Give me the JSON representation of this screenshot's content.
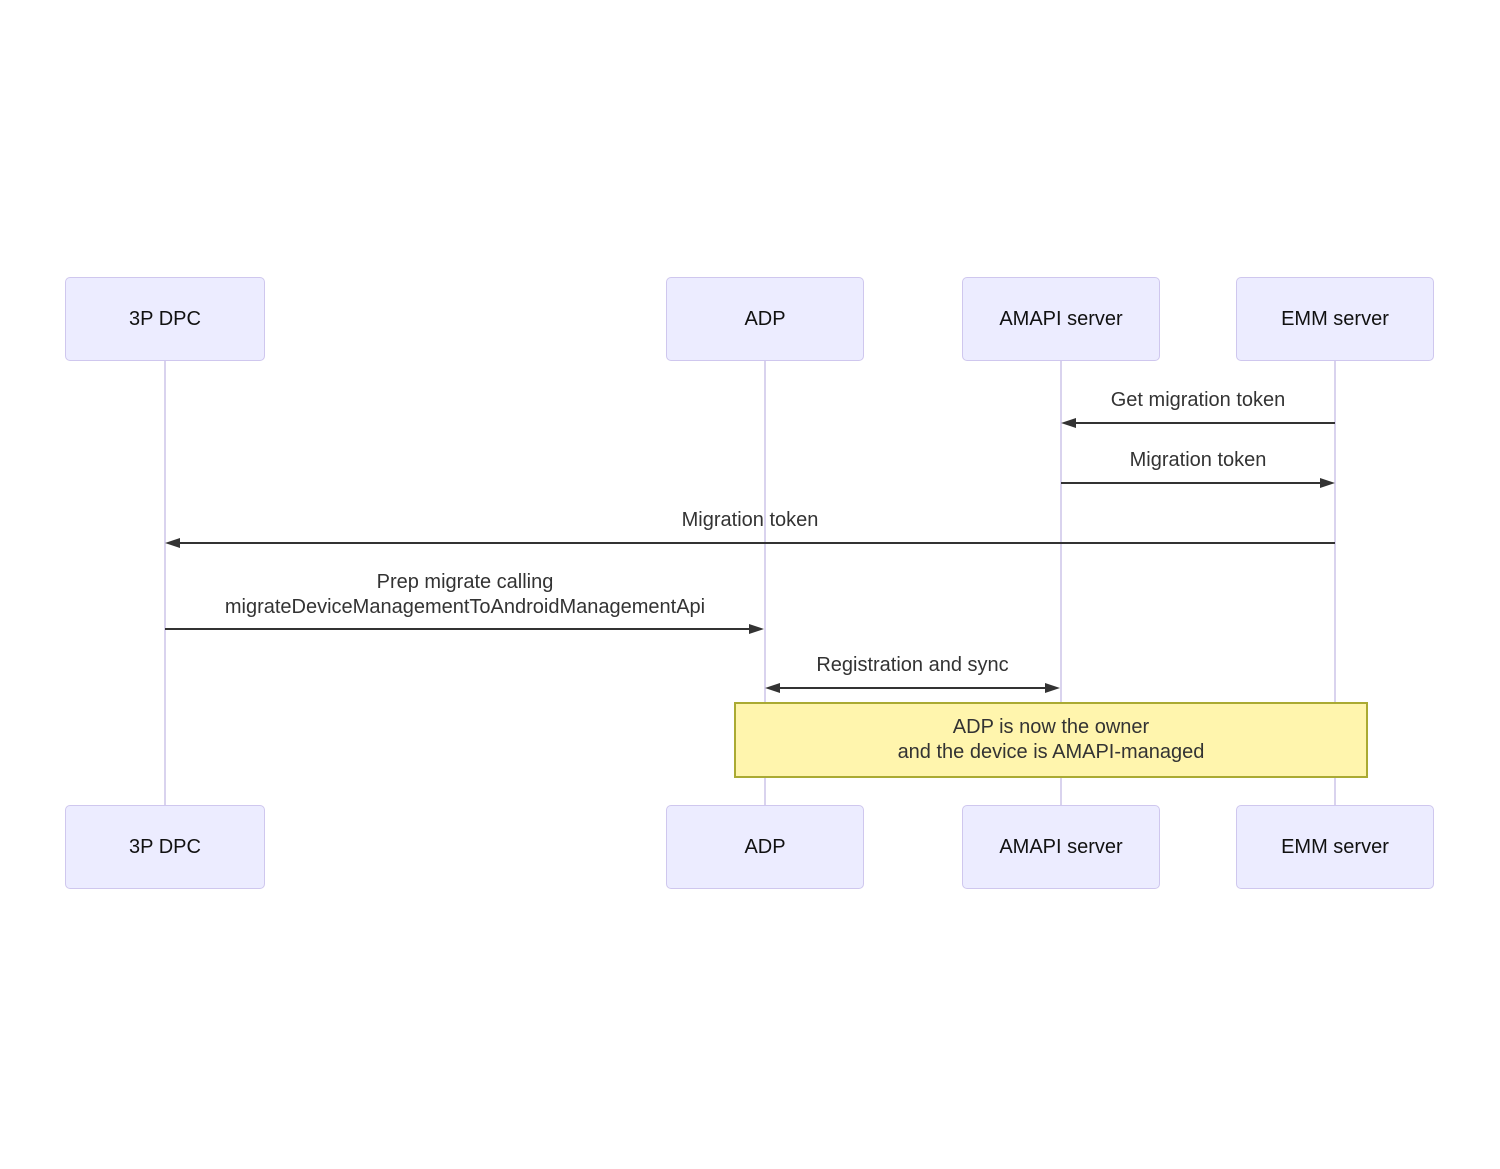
{
  "diagram": {
    "type": "sequence",
    "actors": [
      {
        "id": "3p-dpc",
        "label": "3P DPC"
      },
      {
        "id": "adp",
        "label": "ADP"
      },
      {
        "id": "amapi-server",
        "label": "AMAPI server"
      },
      {
        "id": "emm-server",
        "label": "EMM server"
      }
    ],
    "messages": [
      {
        "from": "EMM server",
        "to": "AMAPI server",
        "direction": "left",
        "lines": [
          "Get migration token"
        ]
      },
      {
        "from": "AMAPI server",
        "to": "EMM server",
        "direction": "right",
        "lines": [
          "Migration token"
        ]
      },
      {
        "from": "EMM server",
        "to": "3P DPC",
        "direction": "left",
        "lines": [
          "Migration token"
        ]
      },
      {
        "from": "3P DPC",
        "to": "ADP",
        "direction": "right",
        "lines": [
          "Prep migrate calling",
          "migrateDeviceManagementToAndroidManagementApi"
        ]
      },
      {
        "from": "ADP",
        "to": "AMAPI server",
        "direction": "both",
        "lines": [
          "Registration and sync"
        ]
      }
    ],
    "note": {
      "lines": [
        "ADP is now the owner",
        "and the device is AMAPI-managed"
      ]
    },
    "colors": {
      "actor_fill": "#ECECFF",
      "actor_border": "#CFC7EE",
      "lifeline": "#D9D3EE",
      "arrow": "#333333",
      "message_text": "#333333",
      "note_fill": "#FFF5AD",
      "note_border": "#AAAA33"
    }
  }
}
